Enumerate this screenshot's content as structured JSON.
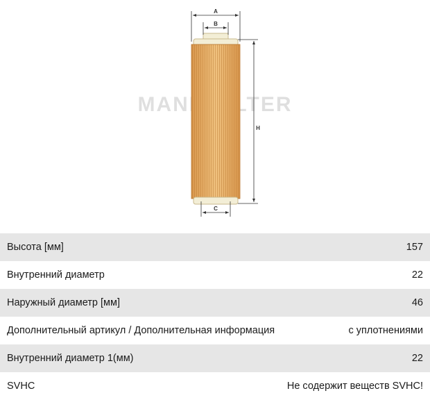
{
  "diagram": {
    "dimension_labels": {
      "a": "A",
      "b": "B",
      "c": "C",
      "h": "H"
    },
    "watermark": "MANN FILTER",
    "filter_color": "#e8b06a",
    "cap_color": "#f3eed6"
  },
  "specs": [
    {
      "label": "Высота [мм]",
      "value": "157"
    },
    {
      "label": "Внутренний диаметр",
      "value": "22"
    },
    {
      "label": "Наружный диаметр [мм]",
      "value": "46"
    },
    {
      "label": "Дополнительный артикул / Дополнительная информация",
      "value": "с уплотнениями"
    },
    {
      "label": "Внутренний диаметр 1(мм)",
      "value": "22"
    },
    {
      "label": "SVHC",
      "value": "Не содержит веществ SVHC!"
    }
  ]
}
